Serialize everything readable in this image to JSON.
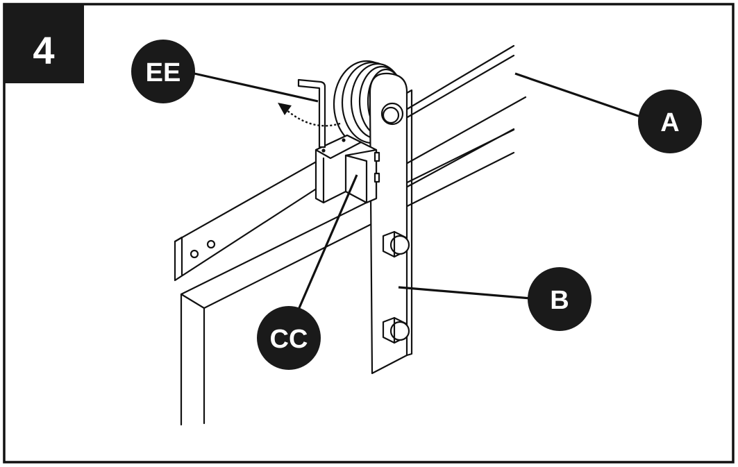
{
  "step": {
    "number": "4"
  },
  "callouts": {
    "ee": "EE",
    "a": "A",
    "b": "B",
    "cc": "CC"
  },
  "colors": {
    "ink": "#111111",
    "paper": "#ffffff",
    "badge": "#1a1a1a"
  },
  "icons": {
    "tool": "allen-wrench",
    "rotation": "curved-arrow"
  }
}
